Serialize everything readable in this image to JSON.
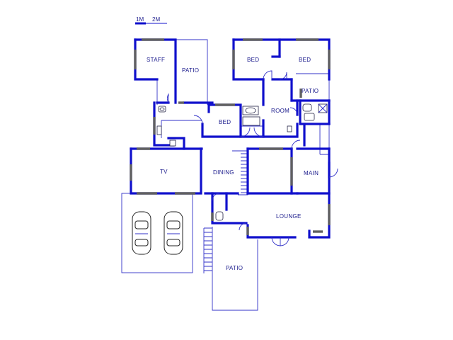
{
  "scale_bar": {
    "label_1": "1M",
    "label_2": "2M"
  },
  "rooms": {
    "staff": "STAFF",
    "patio_top": "PATIO",
    "bed_1": "BED",
    "bed_2": "BED",
    "patio_right": "PATIO",
    "bed_3": "BED",
    "room": "ROOM",
    "tv": "TV",
    "dining": "DINING",
    "main": "MAIN",
    "lounge": "LOUNGE",
    "patio_bottom": "PATIO"
  },
  "colors": {
    "wall": "#1010cc",
    "label": "#1a1a8c",
    "window": "#606060"
  }
}
